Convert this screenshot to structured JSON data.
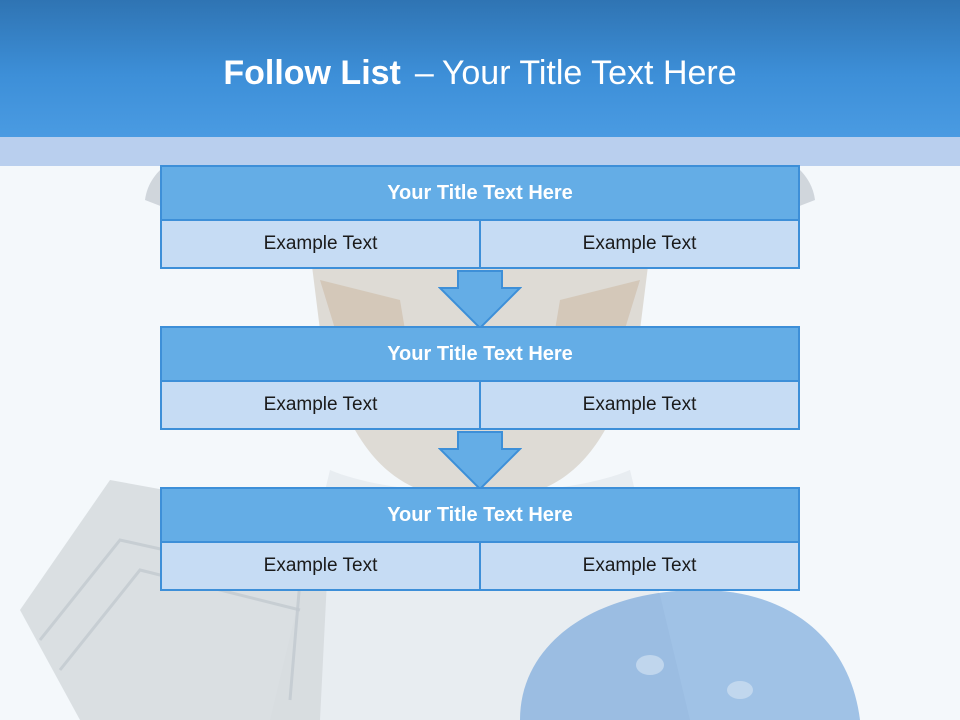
{
  "header": {
    "title_bold": "Follow List",
    "title_sep": "–",
    "title_rest": "Your Title Text Here"
  },
  "steps": [
    {
      "title": "Your Title Text Here",
      "left": "Example Text",
      "right": "Example Text"
    },
    {
      "title": "Your Title Text Here",
      "left": "Example Text",
      "right": "Example Text"
    },
    {
      "title": "Your Title Text Here",
      "left": "Example Text",
      "right": "Example Text"
    }
  ],
  "colors": {
    "header": "#3d8fd8",
    "box_title": "#64ade6",
    "box_cell": "#c6dcf4",
    "border": "#3d8fd8"
  }
}
